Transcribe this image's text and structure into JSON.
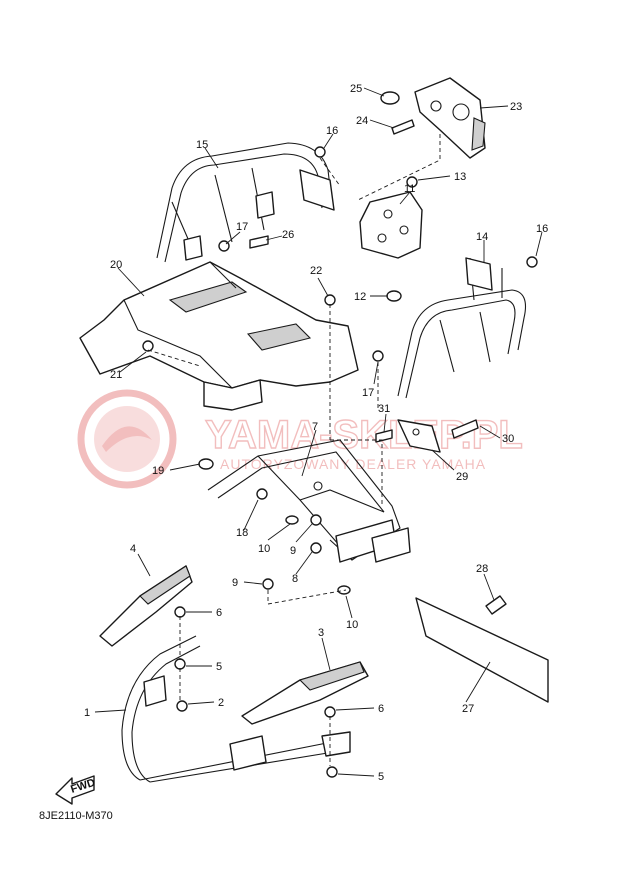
{
  "diagram_code": "8JE2110-M370",
  "watermark": {
    "site": "YAMA-SKLEP.PL",
    "tagline": "AUTORYZOWANY DEALER YAMAHA",
    "color": "#e88a8a"
  },
  "fwd_label": "FWD",
  "callouts": [
    "1",
    "2",
    "3",
    "4",
    "5",
    "5",
    "6",
    "6",
    "7",
    "8",
    "9",
    "9",
    "10",
    "10",
    "11",
    "12",
    "13",
    "14",
    "15",
    "16",
    "16",
    "17",
    "17",
    "18",
    "19",
    "20",
    "21",
    "22",
    "23",
    "24",
    "25",
    "26",
    "27",
    "28",
    "29",
    "30",
    "31"
  ]
}
